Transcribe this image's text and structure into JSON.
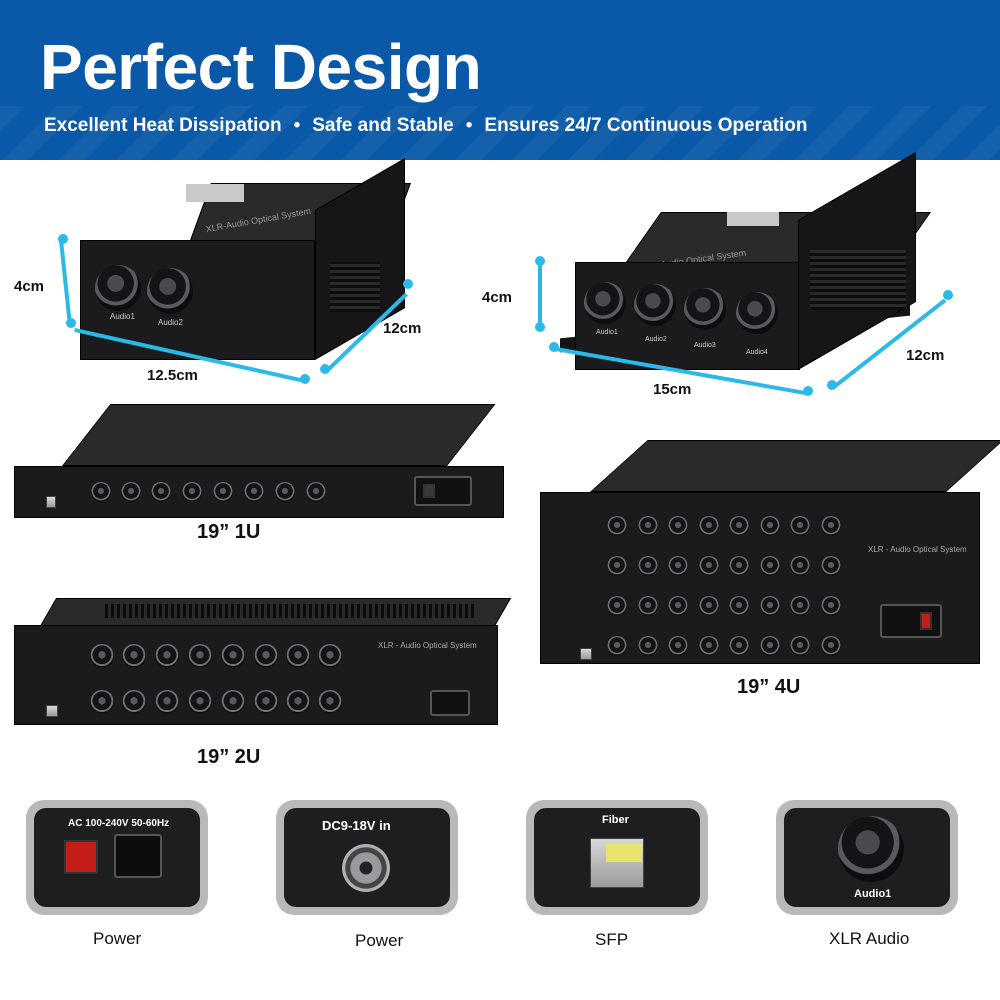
{
  "banner": {
    "title": "Perfect Design",
    "features": [
      "Excellent Heat Dissipation",
      "Safe and Stable",
      "Ensures 24/7 Continuous Operation"
    ],
    "separator": "•",
    "bg_color": "#0a59a8"
  },
  "products": {
    "two_channel": {
      "brand_text": "XLR-Audio Optical System",
      "ports": [
        "Audio1",
        "Audio2"
      ],
      "height": "4cm",
      "depth": "12cm",
      "width": "12.5cm"
    },
    "four_channel": {
      "brand_text": "XLR-Audio Optical System",
      "ports": [
        "Audio1",
        "Audio2",
        "Audio3",
        "Audio4"
      ],
      "height": "4cm",
      "depth": "12cm",
      "width": "15cm"
    },
    "rack_1u": {
      "label": "19” 1U"
    },
    "rack_2u": {
      "label": "19” 2U",
      "brand_text": "XLR - Audio Optical System"
    },
    "rack_4u": {
      "label": "19” 4U",
      "brand_text": "XLR - Audio Optical System"
    }
  },
  "details": [
    {
      "caption": "Power",
      "panel_text": "AC 100-240V 50-60Hz",
      "icon": "ac-power-inlet-icon"
    },
    {
      "caption": "Power",
      "panel_text": "DC9-18V in",
      "icon": "dc-jack-icon"
    },
    {
      "caption": "SFP",
      "panel_text": "Fiber",
      "icon": "sfp-module-icon"
    },
    {
      "caption": "XLR Audio",
      "panel_text": "Audio1",
      "icon": "xlr-connector-icon"
    }
  ],
  "accent_color": "#2bb9e8"
}
